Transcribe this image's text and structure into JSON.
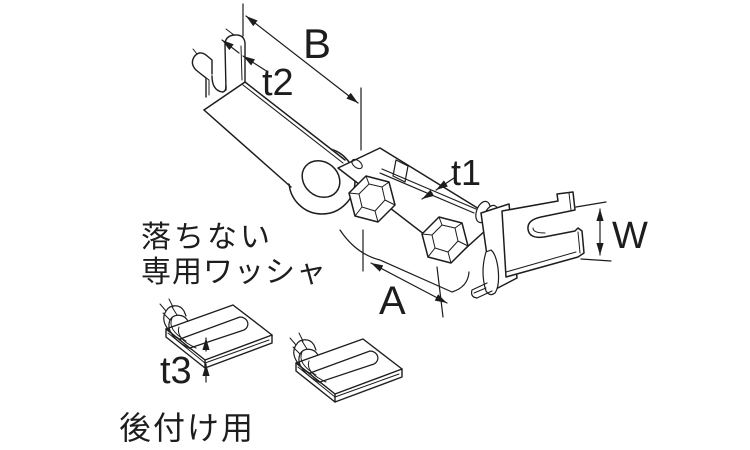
{
  "figure": {
    "background_color": "#ffffff",
    "line_color": "#1d1d1f",
    "dimensions": {
      "B": "B",
      "t2": "t2",
      "t1": "t1",
      "W": "W",
      "A": "A",
      "t3": "t3"
    },
    "notes": {
      "washer_line1": "落ちない",
      "washer_line2": "専用ワッシャ",
      "retrofit": "後付け用"
    }
  }
}
